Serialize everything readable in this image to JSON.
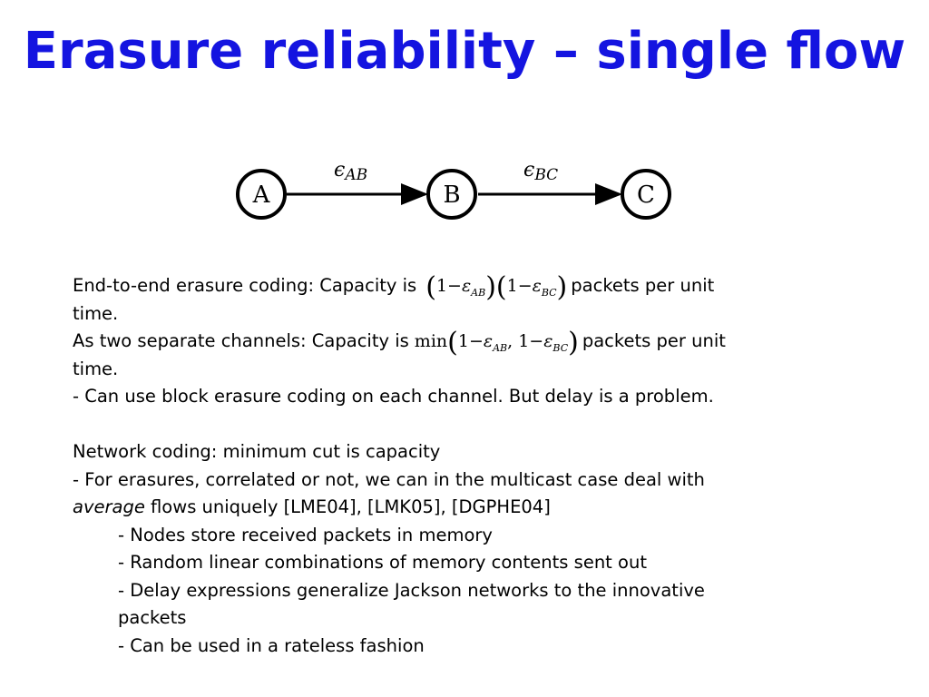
{
  "slide": {
    "title": "Erasure reliability – single flow"
  },
  "diagram": {
    "nodes": [
      "A",
      "B",
      "C"
    ],
    "edges": [
      {
        "from": "A",
        "to": "B",
        "label_main": "ϵ",
        "label_sub": "AB"
      },
      {
        "from": "B",
        "to": "C",
        "label_main": "ϵ",
        "label_sub": "BC"
      }
    ]
  },
  "body": {
    "e2e_prefix": "End-to-end erasure coding: Capacity is",
    "e2e_formula": {
      "one_minus": "1−",
      "eps": "ε",
      "sub_ab": "AB",
      "sub_bc": "BC"
    },
    "e2e_suffix": "packets per unit",
    "e2e_wrap": "time.",
    "sep_prefix": "As two separate channels: Capacity is",
    "sep_formula": {
      "min": "min",
      "one_minus": "1−",
      "eps": "ε",
      "sub_ab": "AB",
      "comma": ",",
      "sub_bc": "BC"
    },
    "sep_suffix": "packets per unit",
    "sep_wrap": "time.",
    "block_line": "-  Can use block erasure coding on each channel. But delay is a problem.",
    "nc_heading": "Network coding: minimum cut is capacity",
    "nc_line1": "- For erasures, correlated or not, we can in the multicast case deal with",
    "nc_line2_italic": "average",
    "nc_line2_rest": " flows uniquely [LME04], [LMK05], [DGPHE04]",
    "bullets": [
      "- Nodes store received packets in memory",
      "- Random linear combinations of memory contents sent out",
      "- Delay expressions generalize Jackson networks to the innovative",
      "packets",
      "- Can be used in a rateless fashion"
    ]
  }
}
